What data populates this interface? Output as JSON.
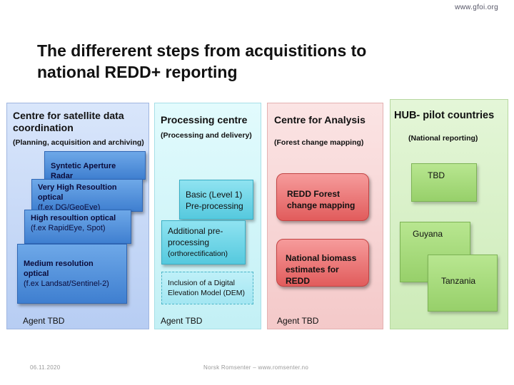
{
  "header": {
    "url": "www.gfoi.org",
    "title_line1": "The differerent steps from acquistitions to",
    "title_line2": "national REDD+ reporting"
  },
  "columns": {
    "satellite": {
      "title_line1": "Centre for satellite data",
      "title_line2": "coordination",
      "subtitle": "(Planning, acquisition and archiving)",
      "cards": {
        "sar": "Syntetic Aperture Radar",
        "vhr_title": "Very High Resoultion optical",
        "vhr_sub": "(f.ex DG/GeoEye)",
        "hr_title": "High resoultion optical",
        "hr_sub": "(f.ex RapidEye, Spot)",
        "mr_title": "Medium resolution optical",
        "mr_sub": "(f.ex Landsat/Sentinel-2)"
      },
      "agent": "Agent TBD"
    },
    "processing": {
      "title": "Processing centre",
      "subtitle": "(Processing and delivery)",
      "cards": {
        "basic_line1": "Basic (Level 1)",
        "basic_line2": "Pre-processing",
        "additional_line1": "Additional pre-",
        "additional_line2": "processing",
        "additional_sub": "(orthorectification)",
        "dem_line1": "Inclusion of a Digital",
        "dem_line2": "Elevation Model (DEM)"
      },
      "agent": "Agent TBD"
    },
    "analysis": {
      "title": "Centre for Analysis",
      "subtitle": "(Forest change mapping)",
      "cards": {
        "redd_line1": "REDD Forest",
        "redd_line2": "change mapping",
        "biomass_line1": "National biomass",
        "biomass_line2": "estimates for REDD"
      },
      "agent": "Agent TBD"
    },
    "hub": {
      "title": "HUB- pilot countries",
      "subtitle": "(National reporting)",
      "cards": {
        "tbd": "TBD",
        "guyana": "Guyana",
        "tanzania": "Tanzania"
      }
    }
  },
  "footer": {
    "date": "06.11.2020",
    "author": "Norsk Romsenter – www.romsenter.no"
  }
}
